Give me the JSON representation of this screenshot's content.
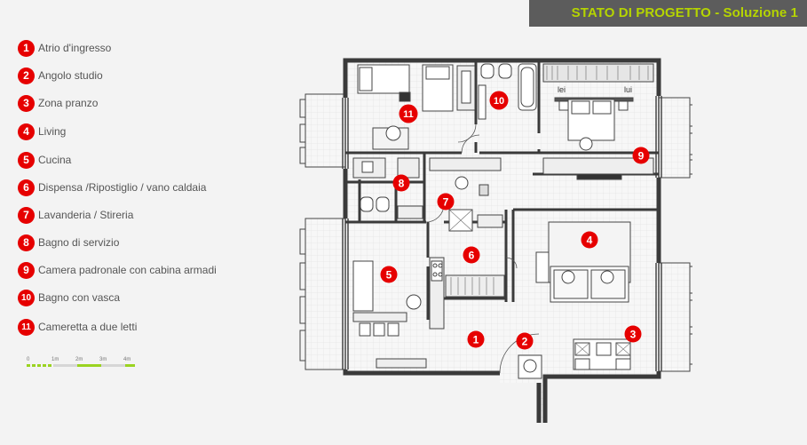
{
  "banner": {
    "title": "STATO DI PROGETTO - Soluzione 1"
  },
  "legend": [
    {
      "n": "1",
      "label": "Atrio d'ingresso"
    },
    {
      "n": "2",
      "label": "Angolo studio"
    },
    {
      "n": "3",
      "label": "Zona pranzo"
    },
    {
      "n": "4",
      "label": "Living"
    },
    {
      "n": "5",
      "label": "Cucina"
    },
    {
      "n": "6",
      "label": "Dispensa /Ripostiglio / vano caldaia"
    },
    {
      "n": "7",
      "label": "Lavanderia / Stireria"
    },
    {
      "n": "8",
      "label": "Bagno di servizio"
    },
    {
      "n": "9",
      "label": "Camera padronale con cabina armadi"
    },
    {
      "n": "10",
      "label": "Bagno con vasca"
    },
    {
      "n": "11",
      "label": "Cameretta a due letti"
    }
  ],
  "scale": {
    "ticks": [
      "0",
      "1m",
      "2m",
      "3m",
      "4m"
    ]
  },
  "plan": {
    "closet_labels": [
      "lei",
      "lui"
    ],
    "room_markers": [
      "1",
      "2",
      "3",
      "4",
      "5",
      "6",
      "7",
      "8",
      "9",
      "10",
      "11"
    ]
  },
  "colors": {
    "marker": "#e60000",
    "banner_bg": "#5c5c5c",
    "banner_text": "#b5d400",
    "scale_green": "#9ad320"
  }
}
